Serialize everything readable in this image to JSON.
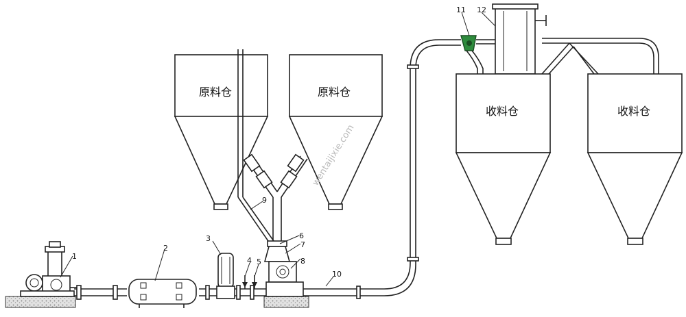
{
  "silos": {
    "raw1": "原料仓",
    "raw2": "原料仓",
    "recv1": "收料仓",
    "recv2": "收料仓"
  },
  "callouts": [
    "1",
    "2",
    "3",
    "4",
    "5",
    "6",
    "7",
    "8",
    "9",
    "10",
    "11",
    "12"
  ],
  "watermark": "wentaijixie.com",
  "colors": {
    "valve": "#2e8b3d",
    "line": "#222222",
    "ground": "#d8d8d8"
  }
}
